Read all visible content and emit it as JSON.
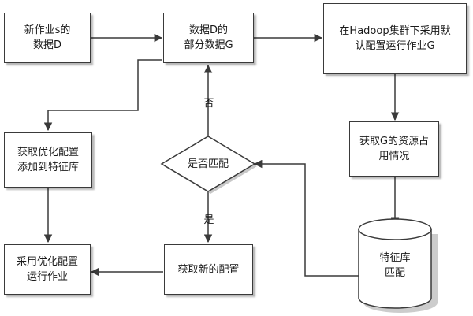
{
  "flowchart": {
    "start": {
      "line1": "新作业s的",
      "line2": "数据D"
    },
    "partial": {
      "line1": "数据D的",
      "line2": "部分数据G"
    },
    "hadoop": {
      "line1": "在Hadoop集群下采用默",
      "line2": "认配置运行作业G"
    },
    "resource": {
      "line1": "获取G的资源占",
      "line2": "用情况"
    },
    "featuredb": {
      "line1": "特征库",
      "line2": "匹配"
    },
    "match": {
      "label": "是否匹配"
    },
    "newconf": {
      "label": "获取新的配置"
    },
    "optadd": {
      "line1": "获取优化配置",
      "line2": "添加到特征库"
    },
    "optrun": {
      "line1": "采用优化配置",
      "line2": "运行作业"
    },
    "edge_no": "否",
    "edge_yes": "是"
  },
  "colors": {
    "stroke": "#3a3a3a",
    "shadow": "#9a9a9a",
    "text": "#1a1a1a"
  }
}
